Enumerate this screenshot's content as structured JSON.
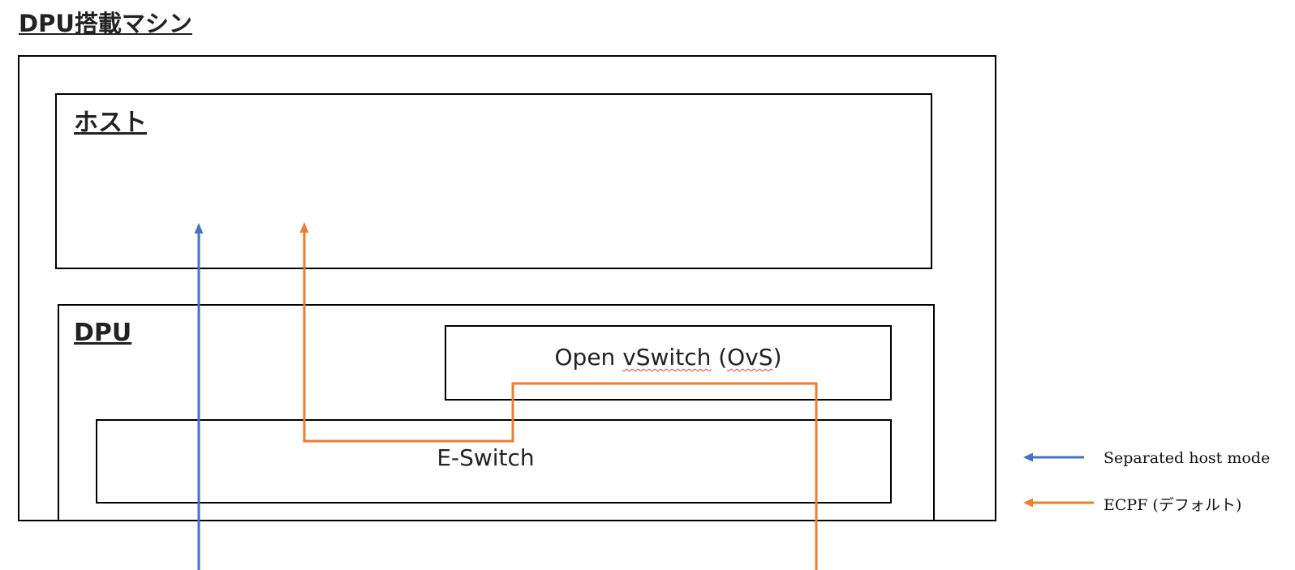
{
  "title": "DPU搭載マシン",
  "host": {
    "label": "ホスト"
  },
  "dpu": {
    "label": "DPU"
  },
  "ovs": {
    "prefix": "Open ",
    "word1": "vSwitch",
    "middle": " (",
    "word2": "OvS",
    "suffix": ")"
  },
  "eswitch": {
    "label": "E-Switch"
  },
  "legend": [
    {
      "label": "Separated host mode",
      "color": "#4472c4"
    },
    {
      "label": "ECPF (デフォルト)",
      "color": "#ed7d31"
    }
  ],
  "colors": {
    "separated_host_mode": "#4472c4",
    "ecpf": "#ed7d31"
  }
}
